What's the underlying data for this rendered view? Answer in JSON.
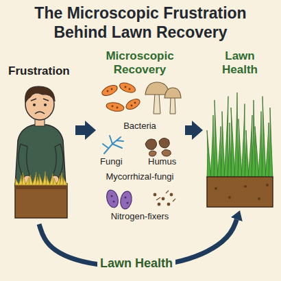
{
  "diagram": {
    "title": "The Microscopic Frustration Behind Lawn Recovery",
    "nodes": [
      {
        "text": [
          "Frustration"
        ]
      },
      {
        "text": [
          "Microscopic Recovery",
          "Bacteria",
          "Fungi",
          "Humus",
          "Mycorrhizal-fungi",
          "Nitrogen-fixers"
        ]
      },
      {
        "text": [
          "Lawn Health"
        ]
      }
    ],
    "edges": [
      {
        "from": 0,
        "to": 1,
        "arrow": "to"
      },
      {
        "from": 1,
        "to": 2,
        "arrow": "to"
      },
      {
        "from": 0,
        "to": 2,
        "arrow": "to",
        "label": "Lawn Health"
      }
    ]
  }
}
